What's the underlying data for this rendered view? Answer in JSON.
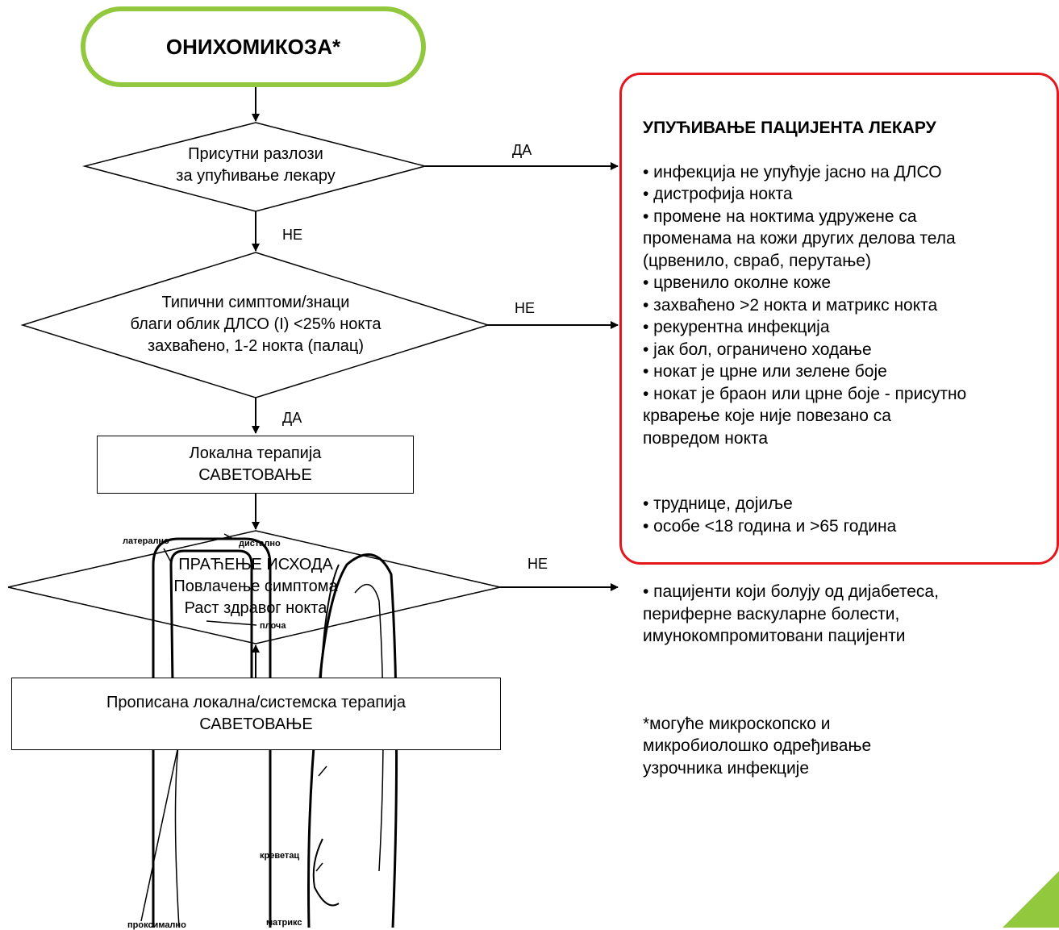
{
  "title": "ОНИХОМИКОЗА*",
  "decision1": {
    "line1": "Присутни разлози",
    "line2": "за упућивање лекару"
  },
  "decision2": {
    "line1": "Типични симптоми/знаци",
    "line2": "благи облик ДЛСО (I) <25% нокта",
    "line3": "захваћено, 1-2 нокта (палац)"
  },
  "decision3": {
    "line1": "ПРАЋЕЊЕ ИСХОДА",
    "line2": "Повлачење симптома",
    "line3": "Раст здравог нокта"
  },
  "box_local": {
    "line1": "Локална терапија",
    "line2": "САВЕТОВАЊЕ"
  },
  "box_prescribed": {
    "line1": "Прописана локална/системска терапија",
    "line2": "САВЕТОВАЊЕ"
  },
  "edge_labels": {
    "d1_yes": "ДА",
    "d1_no": "НЕ",
    "d2_no": "НЕ",
    "d2_yes": "ДА",
    "d3_no": "НЕ"
  },
  "referral": {
    "heading": "УПУЋИВАЊЕ ПАЦИЈЕНТА ЛЕКАРУ",
    "items": [
      "• инфекција не упућује јасно на ДЛСО",
      "• дистрофија нокта",
      "• промене на ноктима удружене са",
      "променама на кожи других делова тела",
      "(црвенило, свраб, перутање)",
      "• црвенило околне коже",
      "• захваћено >2 нокта и матрикс нокта",
      "• рекурентна инфекција",
      "• јак бол, ограничено ходање",
      "• нокат је црне или зелене боје",
      "• нокат је браон или црне боје - присутно",
      "крварење које није повезано са",
      "повредом нокта"
    ],
    "items2": [
      "• труднице, дојиље",
      "• особе <18 година и >65 година"
    ],
    "items3": [
      "• пацијенти који болују од дијабетеса,",
      "периферне васкуларне болести,",
      "имунокомпромитовани пацијенти"
    ],
    "footnote": [
      "*могуће микроскопско и",
      "микробиолошко одређивање",
      "узрочника инфекције"
    ]
  },
  "nail_labels": {
    "lateral": "латерално",
    "distal": "дистално",
    "plate": "плоча",
    "bed": "креветац",
    "proximal": "проксимално",
    "matrix": "матрикс"
  },
  "colors": {
    "green": "#92c83e",
    "red": "#e5161c"
  }
}
